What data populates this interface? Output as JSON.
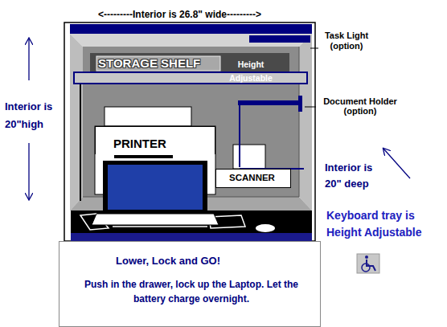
{
  "diagram": {
    "nodes": [
      {
        "text": [
          "STORAGE SHELF",
          "Height Adjustable"
        ]
      },
      {
        "text": [
          "PRINTER"
        ]
      },
      {
        "text": [
          "SCANNER"
        ]
      },
      {
        "text": [
          "Lower, Lock and GO!",
          "Push in the drawer, lock up the Laptop. Let the battery charge overnight."
        ]
      }
    ],
    "labels": [
      "<---------Interior is 26.8\" wide--------->",
      "Task Light (option)",
      "Interior is 20\"high",
      "Document Holder (option)",
      "Interior is 20\" deep",
      "Keyboard tray is Height Adjustable"
    ]
  }
}
